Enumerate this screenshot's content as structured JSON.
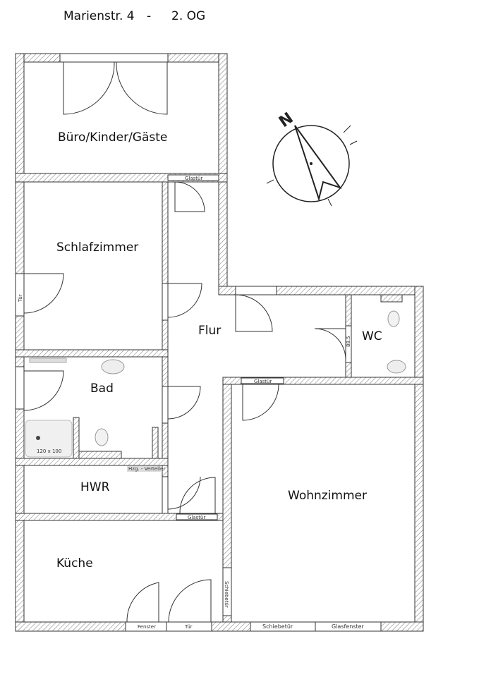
{
  "title": {
    "address": "Marienstr. 4",
    "separator": "-",
    "floor": "2. OG"
  },
  "rooms": {
    "buero": "Büro/Kinder/Gäste",
    "schlafzimmer": "Schlafzimmer",
    "flur": "Flur",
    "wc": "WC",
    "bad": "Bad",
    "hwr": "HWR",
    "kueche": "Küche",
    "wohnzimmer": "Wohnzimmer"
  },
  "labels": {
    "glastuer_top": "Glastür",
    "tuer_left": "Tür",
    "wc_width": "88.5",
    "glastuer_wohn": "Glastür",
    "shower_size": "120 x 100",
    "heating": "Hzg. - Verteiler",
    "glastuer_hwr": "Glastür",
    "schiebetuer_side": "Schiebetür",
    "fenster": "Fenster",
    "tuer_bottom": "Tür",
    "schiebetuer_bottom": "Schiebetür",
    "glasfenster": "Glasfenster"
  },
  "compass": {
    "north_letter": "N",
    "icon": "north-arrow-icon"
  }
}
